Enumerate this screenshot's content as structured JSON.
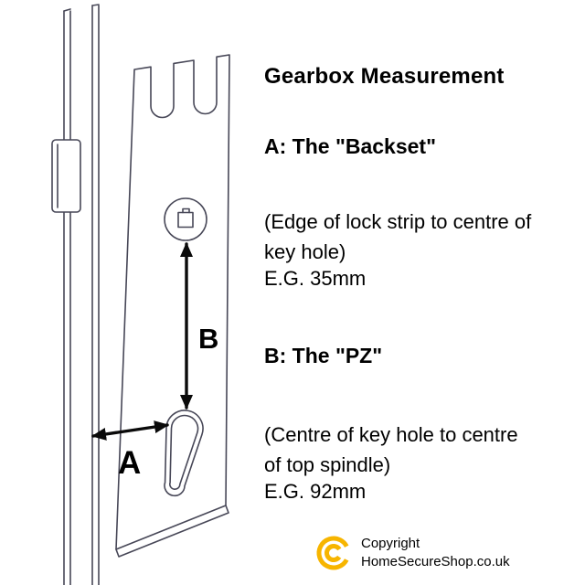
{
  "title": "Gearbox Measurement",
  "backset": {
    "heading": "A: The \"Backset\"",
    "description": "(Edge of lock strip to centre of key hole)",
    "example": "E.G. 35mm"
  },
  "pz": {
    "heading": "B: The \"PZ\"",
    "description": "(Centre of key hole to centre of top spindle)",
    "example": "E.G. 92mm"
  },
  "diagram": {
    "label_a": "A",
    "label_b": "B",
    "line_color": "#474757",
    "arrow_color": "#0a0a0a"
  },
  "footer": {
    "copyright_line1": "Copyright",
    "copyright_line2": "HomeSecureShop.co.uk",
    "logo_color": "#F7B500"
  }
}
